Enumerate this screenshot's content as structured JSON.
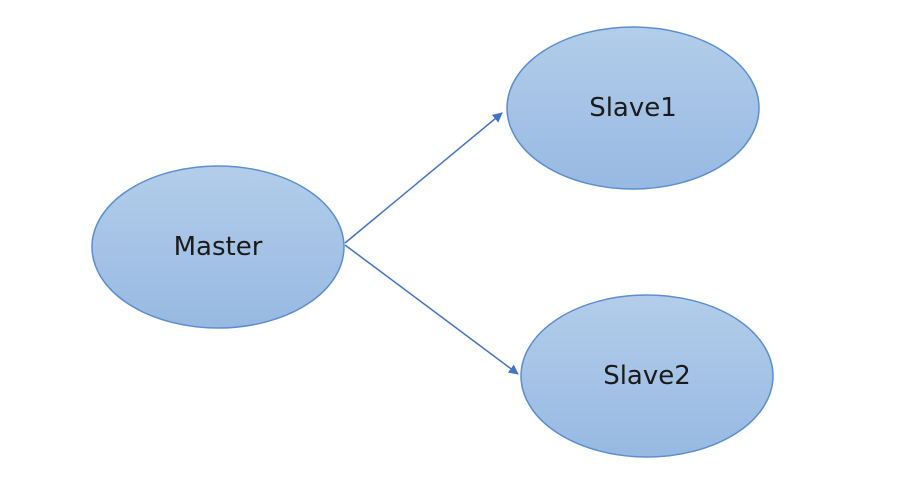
{
  "diagram": {
    "nodes": {
      "master": {
        "label": "Master"
      },
      "slave1": {
        "label": "Slave1"
      },
      "slave2": {
        "label": "Slave2"
      }
    },
    "edges": [
      {
        "from": "Master",
        "to": "Slave1"
      },
      {
        "from": "Master",
        "to": "Slave2"
      }
    ],
    "colors": {
      "node_fill_top": "#b3cdea",
      "node_fill_bottom": "#97b9e2",
      "node_stroke": "#5b8fcf",
      "edge": "#4472c4"
    }
  }
}
